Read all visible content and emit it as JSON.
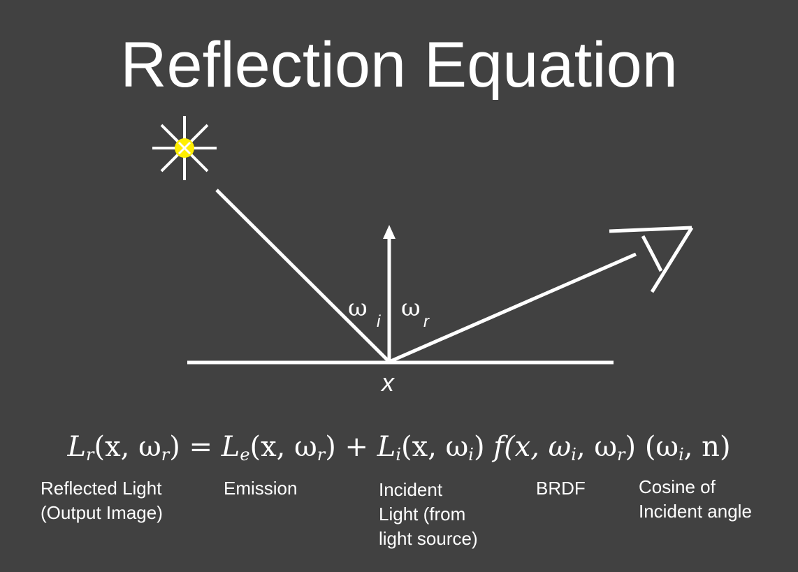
{
  "title": "Reflection Equation",
  "diagram": {
    "omega_symbol": "ω",
    "incident_subscript": "i",
    "reflected_subscript": "r",
    "point_label": "x"
  },
  "equation": {
    "lhs": "L",
    "lhs_sub": "r",
    "lhs_args": "(x, ω",
    "lhs_args_sub": "r",
    "lhs_close": ") =",
    "emission": "L",
    "emission_sub": "e",
    "emission_args": "(x, ω",
    "emission_args_sub": "r",
    "emission_close": ") +",
    "incident": "L",
    "incident_sub": "i",
    "incident_args": "(x, ω",
    "incident_args_sub": "i",
    "incident_close": ")",
    "brdf": "f(x, ω",
    "brdf_sub1": "i",
    "brdf_mid": ", ω",
    "brdf_sub2": "r",
    "brdf_close": ")",
    "cos_open": "(ω",
    "cos_sub": "i",
    "cos_close": ", n)"
  },
  "terms": {
    "reflected": [
      "Reflected Light",
      "(Output Image)"
    ],
    "emission": [
      "Emission"
    ],
    "incident": [
      "Incident",
      "Light (from",
      "light source)"
    ],
    "brdf": [
      "BRDF"
    ],
    "cosine": [
      "Cosine of",
      "Incident angle"
    ]
  },
  "colors": {
    "background": "#414141",
    "foreground": "#ffffff",
    "sun_core": "#ffee00"
  }
}
